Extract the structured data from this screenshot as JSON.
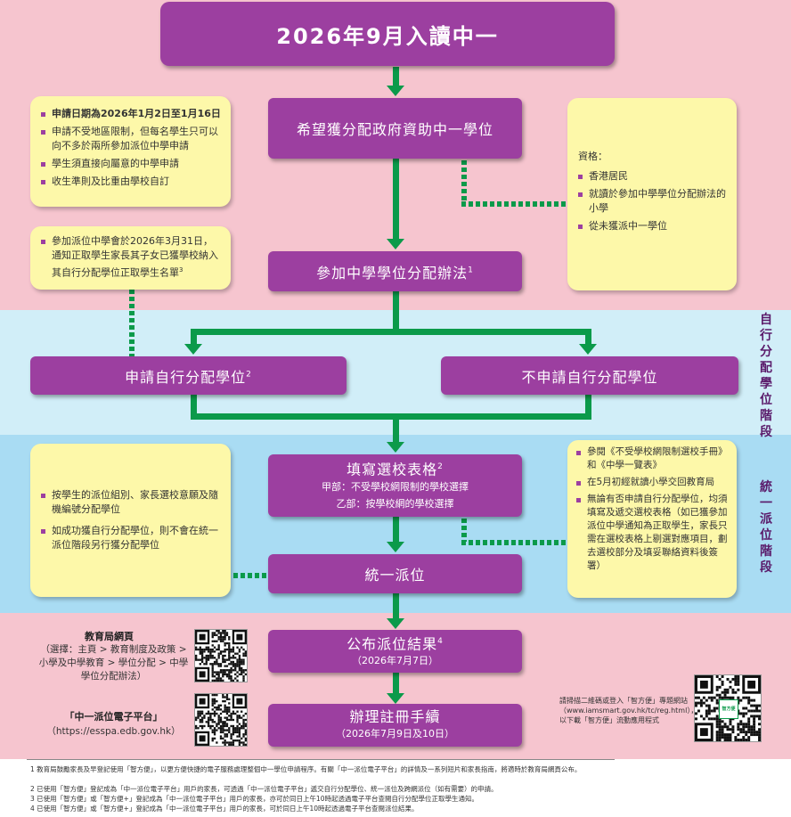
{
  "title": "2026年9月入讀中一",
  "flow": {
    "wish": "希望獲分配政府資助中一學位",
    "join": "參加中學學位分配辦法",
    "join_sup": "1",
    "apply_dp": "申請自行分配學位",
    "apply_dp_sup": "2",
    "no_dp": "不申請自行分配學位",
    "form_title": "填寫選校表格",
    "form_sup": "2",
    "form_a": "甲部：不受學校網限制的學校選擇",
    "form_b": "乙部：按學校網的學校選擇",
    "central": "統一派位",
    "result": "公布派位結果",
    "result_sup": "4",
    "result_date": "（2026年7月7日）",
    "register": "辦理註冊手續",
    "register_date": "（2026年7月9日及10日）"
  },
  "side_labels": {
    "dp": "自行分配學位階段",
    "cp": "統一派位階段"
  },
  "notes": {
    "top_left": [
      "申請日期為2026年1月2日至1月16日",
      "申請不受地區限制，但每名學生只可以向不多於兩所參加派位中學申請",
      "學生須直接向屬意的中學申請",
      "收生準則及比重由學校自訂"
    ],
    "mid_left": "參加派位中學會於2026年3月31日，通知正取學生家長其子女已獲學校納入其自行分配學位正取學生名單",
    "mid_left_sup": "3",
    "eligibility_title": "資格：",
    "eligibility": [
      "香港居民",
      "就讀於參加中學學位分配辦法的小學",
      "從未獲派中一學位"
    ],
    "lower_left": [
      "按學生的派位組別、家長選校意願及隨機編號分配學位",
      "如成功獲自行分配學位，則不會在統一派位階段另行獲分配學位"
    ],
    "lower_right": [
      "參閱《不受學校網限制選校手冊》和《中學一覽表》",
      "在5月初經就讀小學交回教育局",
      "無論有否申請自行分配學位，均須填寫及遞交選校表格（如已獲參加派位中學通知為正取學生，家長只需在選校表格上剔選對應項目，劃去選校部分及填妥聯絡資料後簽署）"
    ]
  },
  "resources": {
    "edb_title": "教育局網頁",
    "edb_path": "（選擇：主頁 > 教育制度及政策 > 小學及中學教育 > 學位分配 > 中學學位分配辦法）",
    "esspa_title": "「中一派位電子平台」",
    "esspa_url": "（https://esspa.edb.gov.hk）",
    "iamsmart_text": "請掃描二維碼或登入「智方便」專題網站（www.iamsmart.gov.hk/tc/reg.html），以下載「智方便」流動應用程式",
    "iamsmart_logo": "智方便"
  },
  "footnotes": [
    "1 教育局鼓勵家長及早登記使用「智方便」，以更方便快捷的電子服務處理整個中一學位申請程序。有關「中一派位電子平台」的詳情及一系列短片和家長指南，將適時於教育局網頁公布。",
    "2 已使用「智方便」登記成為「中一派位電子平台」用戶的家長，可透過「中一派位電子平台」遞交自行分配學位、統一派位及跨網派位（如有需要）的申請。",
    "3 已使用「智方便」或「智方便+」登記成為「中一派位電子平台」用戶的家長，亦可於同日上午10時起透過電子平台查閱自行分配學位正取學生通知。",
    "4 已使用「智方便」或「智方便+」登記成為「中一派位電子平台」用戶的家長，可於同日上午10時起透過電子平台查閱派位結果。"
  ],
  "colors": {
    "purple": "#9c3fa0",
    "green": "#0b9a4a",
    "yellow": "#fdf8a9",
    "pink": "#f6c5cf",
    "light_blue": "#d1eef8",
    "sky_blue": "#a9dcf3"
  }
}
